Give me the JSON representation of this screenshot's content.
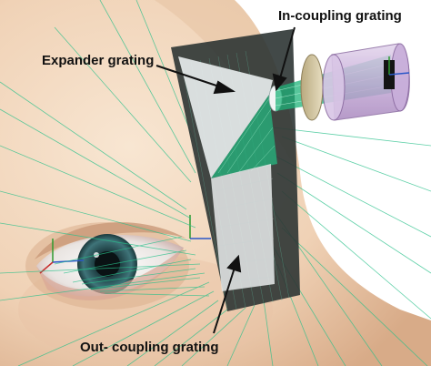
{
  "labels": {
    "in_coupling": "In-coupling grating",
    "expander": "Expander grating",
    "out_coupling": "Out- coupling grating"
  },
  "colors": {
    "skin": "#f3d9c0",
    "skin_shadow": "#e2b996",
    "ray": "#28c08a",
    "waveguide": "#2e3534",
    "grating": "#e6ecec",
    "lens_tube": "#c9b4d6",
    "annotation": "#111111"
  }
}
